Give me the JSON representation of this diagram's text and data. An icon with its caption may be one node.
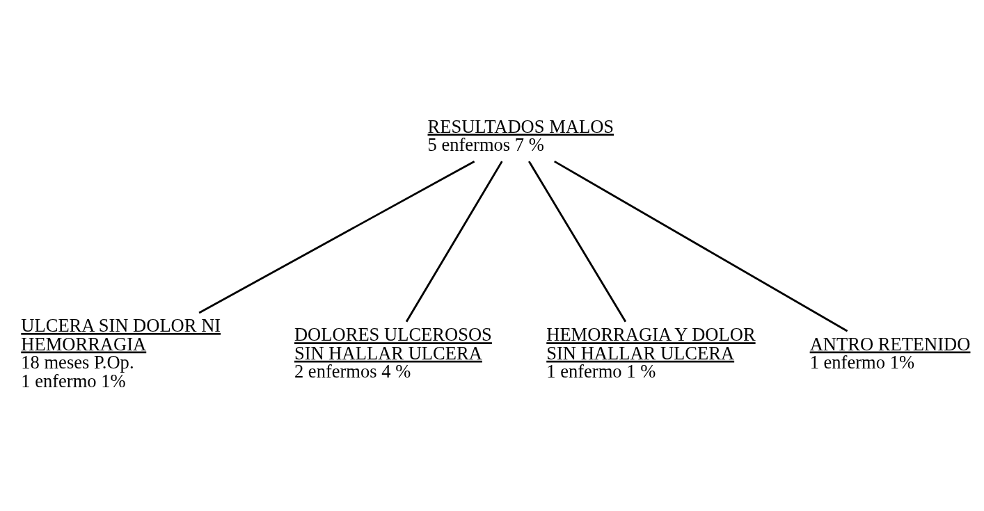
{
  "diagram": {
    "nodes": [
      {
        "text": [
          "RESULTADOS MALOS",
          "5 enfermos 7 %"
        ]
      },
      {
        "text": [
          "ULCERA SIN DOLOR NI HEMORRAGIA",
          "18 meses P.Op.",
          "1 enfermo 1%"
        ]
      },
      {
        "text": [
          "DOLORES ULCEROSOS SIN HALLAR ULCERA",
          "2 enfermos 4 %"
        ]
      },
      {
        "text": [
          "HEMORRAGIA Y DOLOR SIN HALLAR ULCERA",
          "1 enfermo 1 %"
        ]
      },
      {
        "text": [
          "ANTRO RETENIDO",
          "1 enfermo 1%"
        ]
      }
    ],
    "edges": [
      {
        "from": 0,
        "to": 1,
        "arrow": "none"
      },
      {
        "from": 0,
        "to": 2,
        "arrow": "none"
      },
      {
        "from": 0,
        "to": 3,
        "arrow": "none"
      },
      {
        "from": 0,
        "to": 4,
        "arrow": "none"
      }
    ]
  }
}
